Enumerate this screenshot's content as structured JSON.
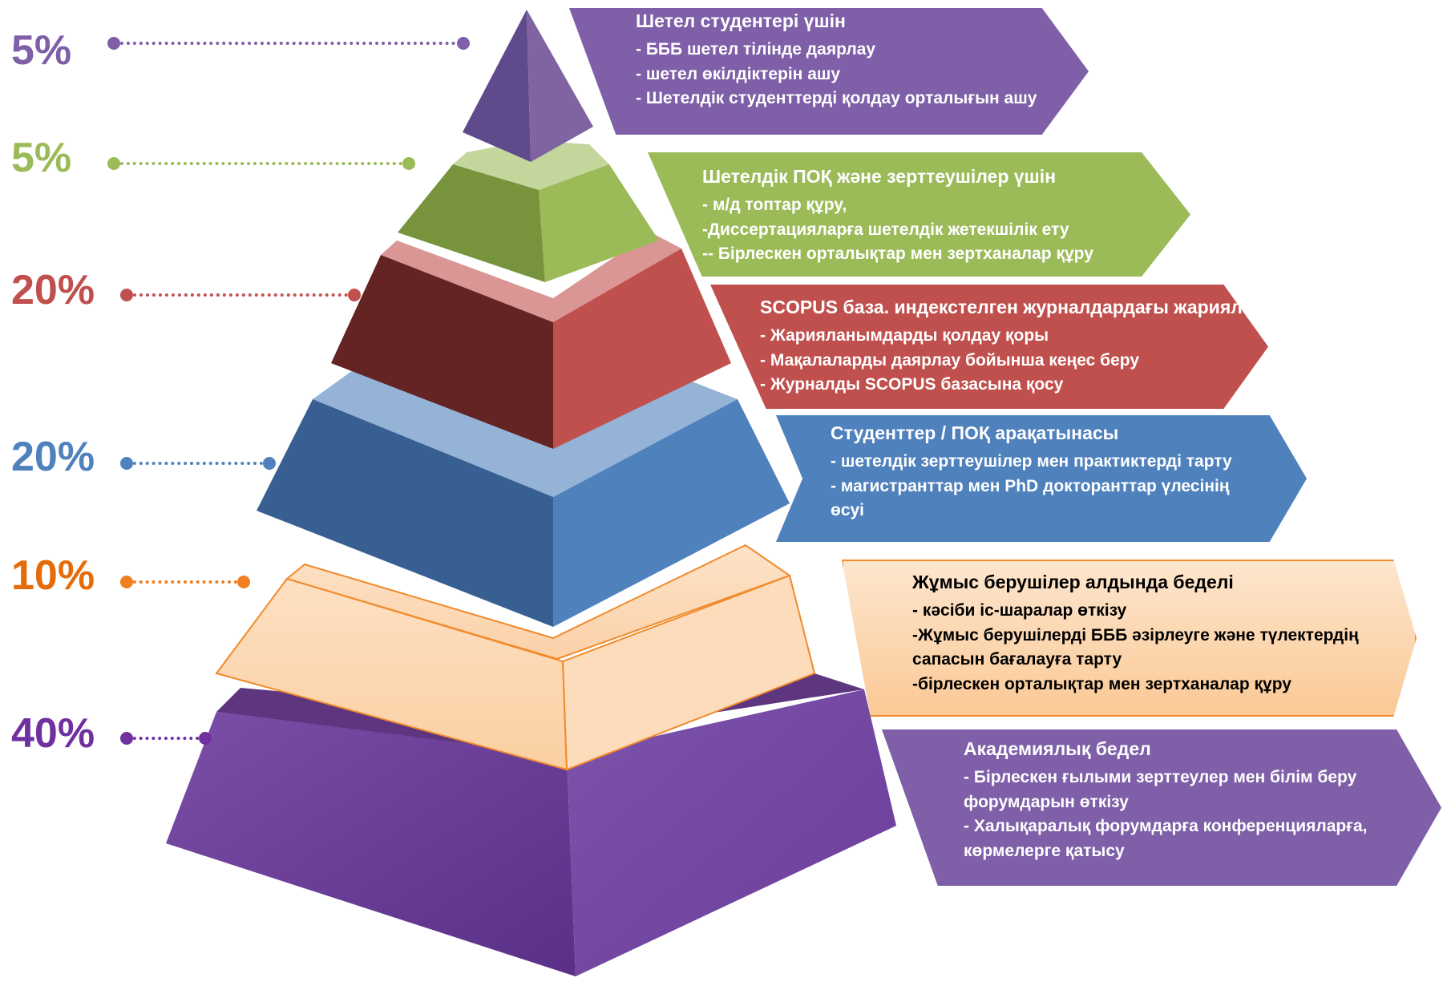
{
  "levels": [
    {
      "percent": "5%",
      "color": "#7e5fa8",
      "title": "Шетел студентері  үшін",
      "items": [
        "- БББ шетел тілінде даярлау",
        "- шетел өкілдіктерін ашу",
        "- Шетелдік студенттерді  қолдау орталығын ашу"
      ]
    },
    {
      "percent": "5%",
      "color": "#9bbb59",
      "title": "Шетелдік ПОҚ және зерттеушілер үшін",
      "items": [
        "- м/д топтар құру,",
        "-Диссертацияларға шетелдік жетекшілік  ету",
        "-- Бірлескен орталықтар мен зертханалар құру"
      ]
    },
    {
      "percent": "20%",
      "color": "#c0504d",
      "title": "SCOPUS  база. индекстелген журналдардағы жариял",
      "items": [
        "- Жарияланымдарды қолдау қоры",
        "- Мақалаларды даярлау бойынша кеңес беру",
        "- Журналды  SCOPUS базасына қосу"
      ]
    },
    {
      "percent": "20%",
      "color": "#4f81bd",
      "title": "Студенттер / ПОҚ арақатынасы",
      "items": [
        "- шетелдік  зерттеушілер мен практиктерді тарту",
        "- магистранттар мен PhD докторанттар үлесінің өсуі"
      ]
    },
    {
      "percent": "10%",
      "color": "#f07f1f",
      "title": "Жұмыс берушілер алдында беделі",
      "items": [
        "- кәсіби іс-шаралар өткізу",
        "-Жұмыс берушілерді БББ әзірлеуге және түлектердің сапасын бағалауға тарту",
        "-бірлескен орталықтар мен зертханалар құру"
      ]
    },
    {
      "percent": "40%",
      "color": "#7030a0",
      "title": "Академиялық бедел",
      "items": [
        "- Бірлескен ғылыми  зерттеулер мен білім беру форумдарын өткізу",
        "- Халықаралық форумдарға конференцияларға, көрмелерге  қатысу"
      ]
    }
  ]
}
